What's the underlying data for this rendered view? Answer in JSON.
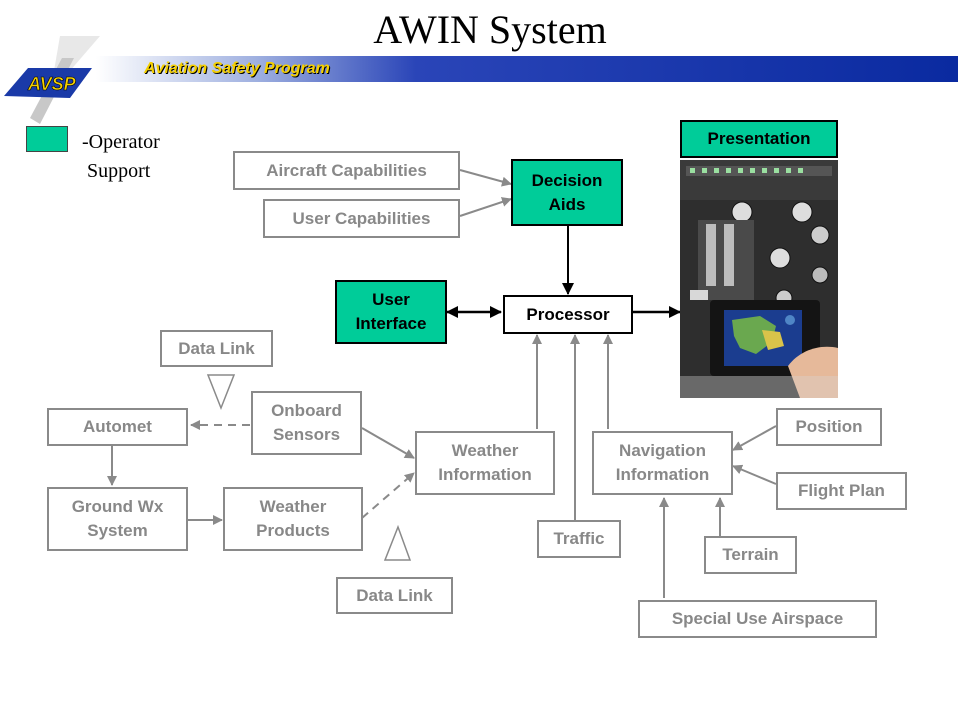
{
  "title": "AWIN System",
  "program": "Aviation Safety Program",
  "logo_text": "AVSP",
  "legend": {
    "label": "-Operator\n Support",
    "color": "#00cc99"
  },
  "boxes": {
    "presentation": "Presentation",
    "aircraft_capabilities": "Aircraft Capabilities",
    "user_capabilities": "User Capabilities",
    "decision_aids": "Decision\nAids",
    "user_interface": "User\nInterface",
    "processor": "Processor",
    "data_link_top": "Data Link",
    "onboard_sensors": "Onboard\nSensors",
    "automet": "Automet",
    "ground_wx": "Ground Wx\nSystem",
    "weather_products": "Weather\nProducts",
    "weather_information": "Weather\nInformation",
    "navigation_information": "Navigation\nInformation",
    "position": "Position",
    "flight_plan": "Flight Plan",
    "traffic": "Traffic",
    "terrain": "Terrain",
    "data_link_bottom": "Data Link",
    "special_use_airspace": "Special Use Airspace"
  },
  "colors": {
    "operator_support": "#00cc99",
    "banner": "#0a2aa0",
    "banner_text": "#f5d000"
  }
}
